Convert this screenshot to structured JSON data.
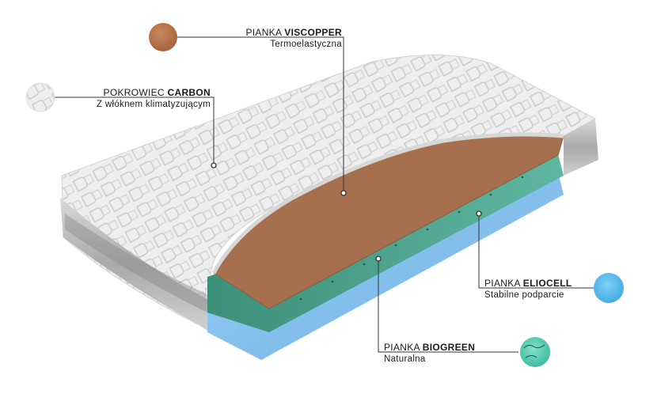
{
  "layers": [
    {
      "id": "viscopper",
      "prefix": "PIANKA",
      "name": "VISCOPPER",
      "subtitle": "Termoelastyczna",
      "color": "#b0704a"
    },
    {
      "id": "carbon",
      "prefix": "POKROWIEC",
      "name": "CARBON",
      "subtitle": "Z włóknem klimatyzującym",
      "color": "#e9e9e9"
    },
    {
      "id": "eliocell",
      "prefix": "PIANKA",
      "name": "ELIOCELL",
      "subtitle": "Stabilne podparcie",
      "color": "#55b8ea"
    },
    {
      "id": "biogreen",
      "prefix": "PIANKA",
      "name": "BIOGREEN",
      "subtitle": "Naturalna",
      "color": "#4fc7b0"
    }
  ],
  "colors": {
    "copper_layer": "#a6704f",
    "green_layer": "#4aa38c",
    "blue_layer": "#8cc4ee",
    "cover": "#ececec",
    "leader_line": "#333333"
  }
}
